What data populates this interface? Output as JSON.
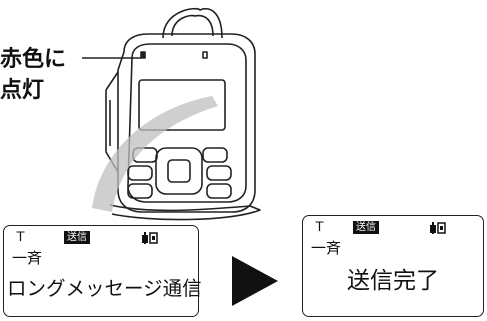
{
  "callout": {
    "line1": "赤色に",
    "line2": "点灯"
  },
  "screen_before": {
    "badge": "送信",
    "line1": "一斉",
    "line2": "ロングメッセージ通信"
  },
  "screen_after": {
    "badge": "送信",
    "line1": "一斉",
    "line2": "送信完了"
  },
  "icons": {
    "antenna": "antenna-icon",
    "signal": "signal-icon",
    "arrow": "right-arrow-icon",
    "device": "handheld-radio"
  }
}
